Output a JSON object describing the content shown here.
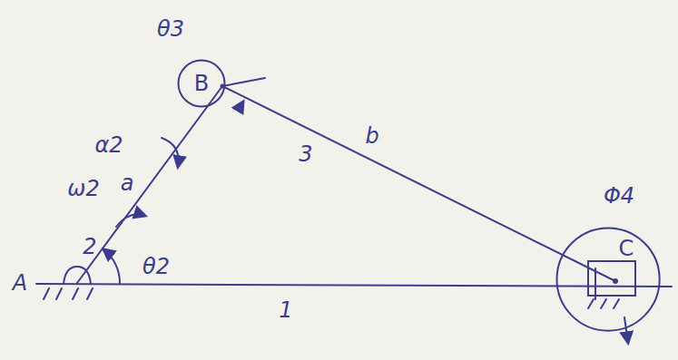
{
  "diagram": {
    "nodes": [
      {
        "text": [
          "B"
        ]
      },
      {
        "text": [
          "C"
        ]
      }
    ],
    "labels": [
      "θ3",
      "α2",
      "ω2",
      "a",
      "2",
      "θ2",
      "A",
      "3",
      "b",
      "1",
      "Φ4"
    ]
  }
}
